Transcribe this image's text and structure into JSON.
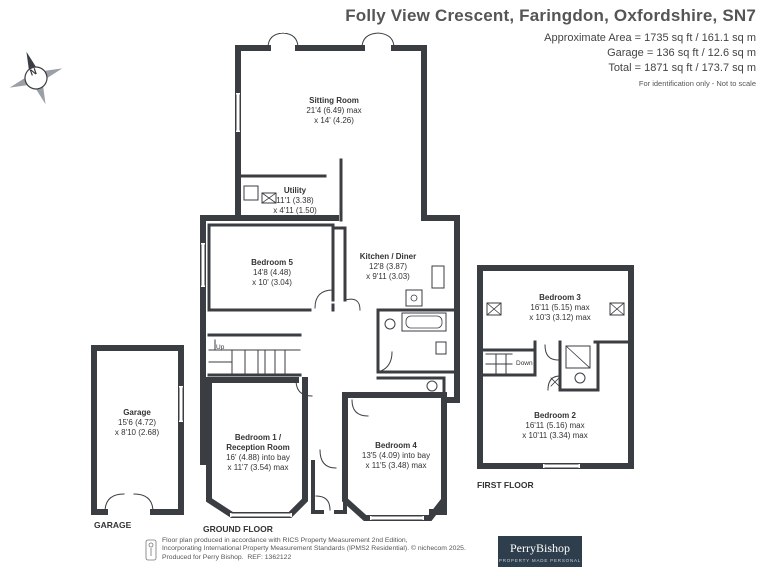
{
  "header": {
    "title": "Folly View Crescent, Faringdon, Oxfordshire, SN7",
    "approx_area": "Approximate Area = 1735 sq ft / 161.1 sq m",
    "garage_area": "Garage = 136 sq ft / 12.6 sq m",
    "total_area": "Total = 1871 sq ft / 173.7 sq m",
    "identification": "For identification only - Not to scale"
  },
  "compass": {
    "letter": "N"
  },
  "rooms": {
    "sitting": {
      "name": "Sitting Room",
      "dim1": "21'4 (6.49) max",
      "dim2": "x 14' (4.26)"
    },
    "utility": {
      "name": "Utility",
      "dim1": "11'1 (3.38)",
      "dim2": "x 4'11 (1.50)"
    },
    "bedroom5": {
      "name": "Bedroom 5",
      "dim1": "14'8 (4.48)",
      "dim2": "x 10' (3.04)"
    },
    "kitchen": {
      "name": "Kitchen / Diner",
      "dim1": "12'8 (3.87)",
      "dim2": "x 9'11 (3.03)"
    },
    "bedroom1": {
      "name1": "Bedroom 1 /",
      "name2": "Reception Room",
      "dim1": "16' (4.88) into bay",
      "dim2": "x 11'7 (3.54) max"
    },
    "bedroom4": {
      "name": "Bedroom 4",
      "dim1": "13'5 (4.09) into bay",
      "dim2": "x 11'5 (3.48) max"
    },
    "garage": {
      "name": "Garage",
      "dim1": "15'6 (4.72)",
      "dim2": "x 8'10 (2.68)"
    },
    "bedroom3": {
      "name": "Bedroom 3",
      "dim1": "16'11 (5.15) max",
      "dim2": "x 10'3 (3.12) max"
    },
    "bedroom2": {
      "name": "Bedroom 2",
      "dim1": "16'11 (5.16) max",
      "dim2": "x 10'11 (3.34) max"
    }
  },
  "stairs": {
    "ground": "Up",
    "first": "Down"
  },
  "floors": {
    "ground": "GROUND FLOOR",
    "first": "FIRST FLOOR",
    "garage": "GARAGE"
  },
  "footer": {
    "line1": "Floor plan produced in accordance with RICS Property Measurement 2nd Edition,",
    "line2": "Incorporating International Property Measurement Standards (IPMS2 Residential).",
    "copyright": "© nichecom 2025.",
    "line3": "Produced for Perry Bishop.",
    "ref": "REF: 1362122"
  },
  "logo": {
    "brand": "PerryBishop",
    "tagline": "PROPERTY MADE PERSONAL"
  },
  "colors": {
    "wall": "#3a3d42",
    "text": "#333333"
  }
}
